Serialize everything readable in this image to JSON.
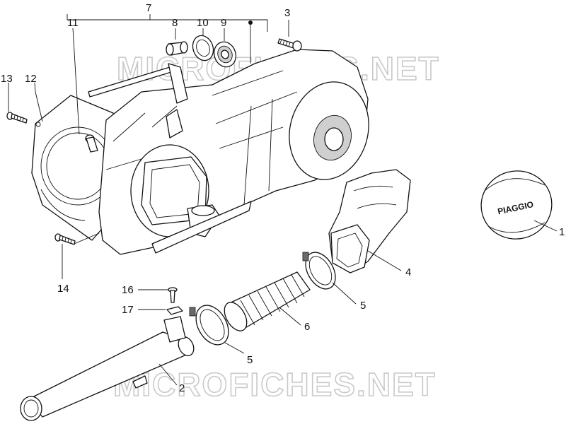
{
  "watermark": "MICROFICHES.NET",
  "brand_text": "PIAGGIO",
  "callouts": [
    "1",
    "2",
    "3",
    "4",
    "5",
    "5",
    "6",
    "7",
    "8",
    "9",
    "10",
    "11",
    "12",
    "13",
    "14",
    "16",
    "17"
  ]
}
